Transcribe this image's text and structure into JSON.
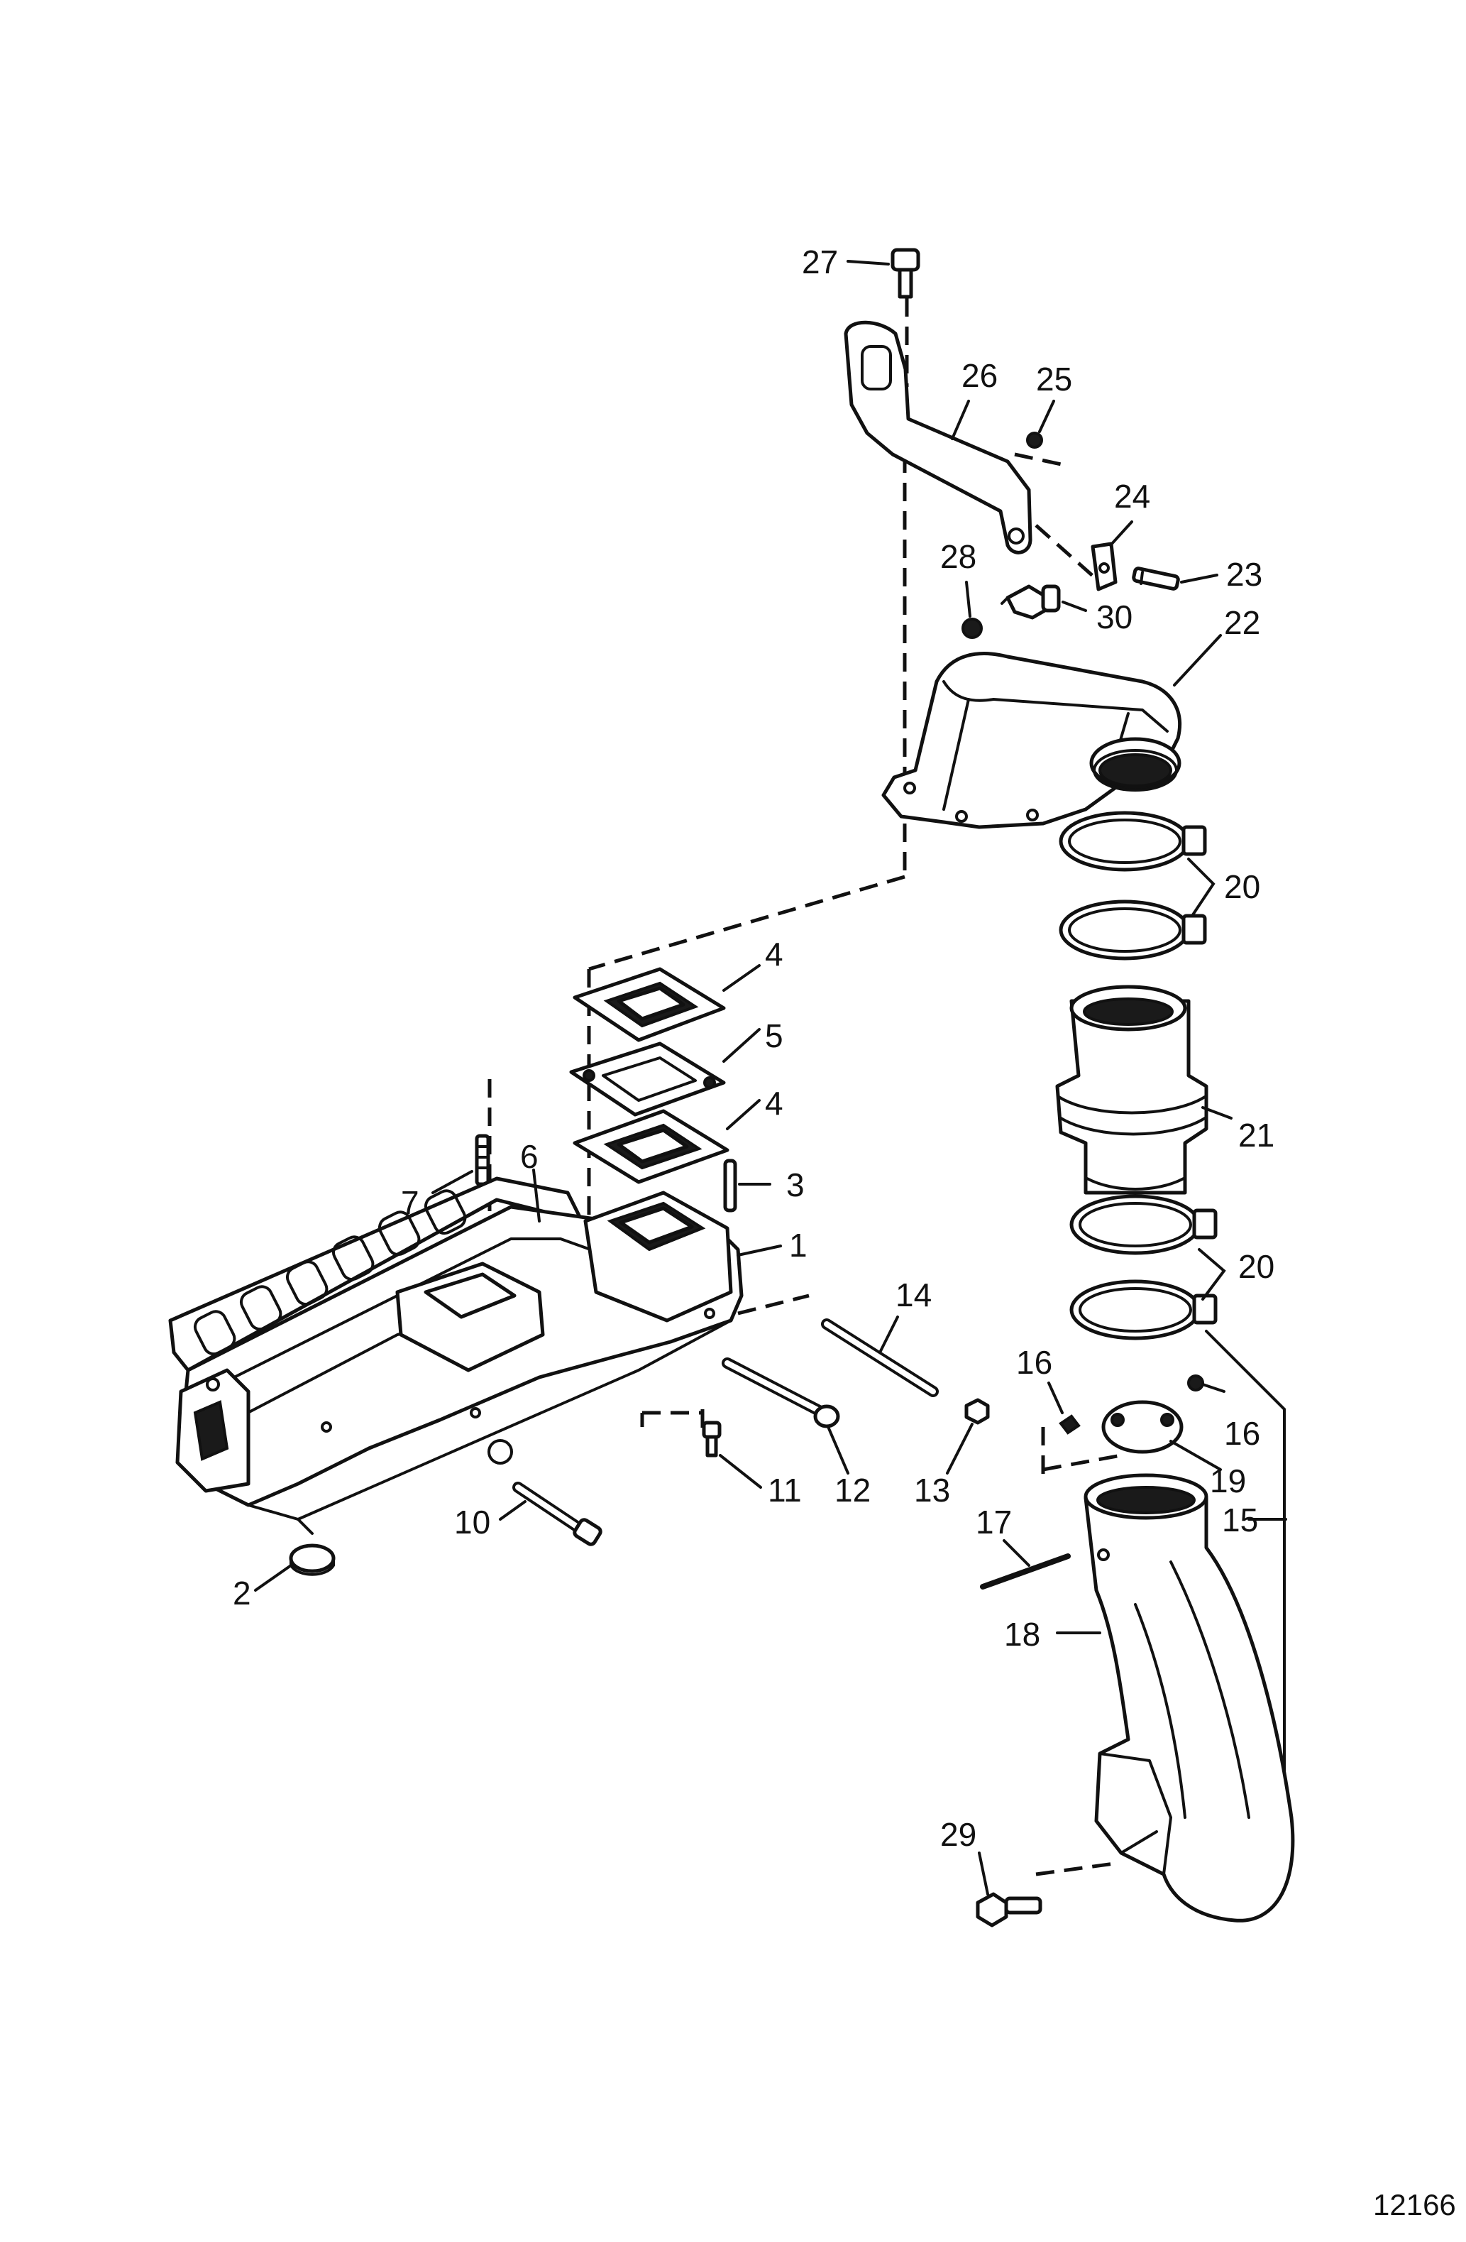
{
  "figure_number": "12166",
  "callouts": [
    {
      "id": "c27",
      "label": "27"
    },
    {
      "id": "c26",
      "label": "26"
    },
    {
      "id": "c25",
      "label": "25"
    },
    {
      "id": "c24",
      "label": "24"
    },
    {
      "id": "c23",
      "label": "23"
    },
    {
      "id": "c28",
      "label": "28"
    },
    {
      "id": "c30",
      "label": "30"
    },
    {
      "id": "c22",
      "label": "22"
    },
    {
      "id": "c20a",
      "label": "20"
    },
    {
      "id": "c4a",
      "label": "4"
    },
    {
      "id": "c5",
      "label": "5"
    },
    {
      "id": "c4b",
      "label": "4"
    },
    {
      "id": "c21",
      "label": "21"
    },
    {
      "id": "c7",
      "label": "7"
    },
    {
      "id": "c6",
      "label": "6"
    },
    {
      "id": "c3",
      "label": "3"
    },
    {
      "id": "c1",
      "label": "1"
    },
    {
      "id": "c20b",
      "label": "20"
    },
    {
      "id": "c14",
      "label": "14"
    },
    {
      "id": "c16a",
      "label": "16"
    },
    {
      "id": "c16b",
      "label": "16"
    },
    {
      "id": "c19",
      "label": "19"
    },
    {
      "id": "c11",
      "label": "11"
    },
    {
      "id": "c12",
      "label": "12"
    },
    {
      "id": "c13",
      "label": "13"
    },
    {
      "id": "c10",
      "label": "10"
    },
    {
      "id": "c15",
      "label": "15"
    },
    {
      "id": "c17",
      "label": "17"
    },
    {
      "id": "c2",
      "label": "2"
    },
    {
      "id": "c18",
      "label": "18"
    },
    {
      "id": "c29",
      "label": "29"
    }
  ]
}
